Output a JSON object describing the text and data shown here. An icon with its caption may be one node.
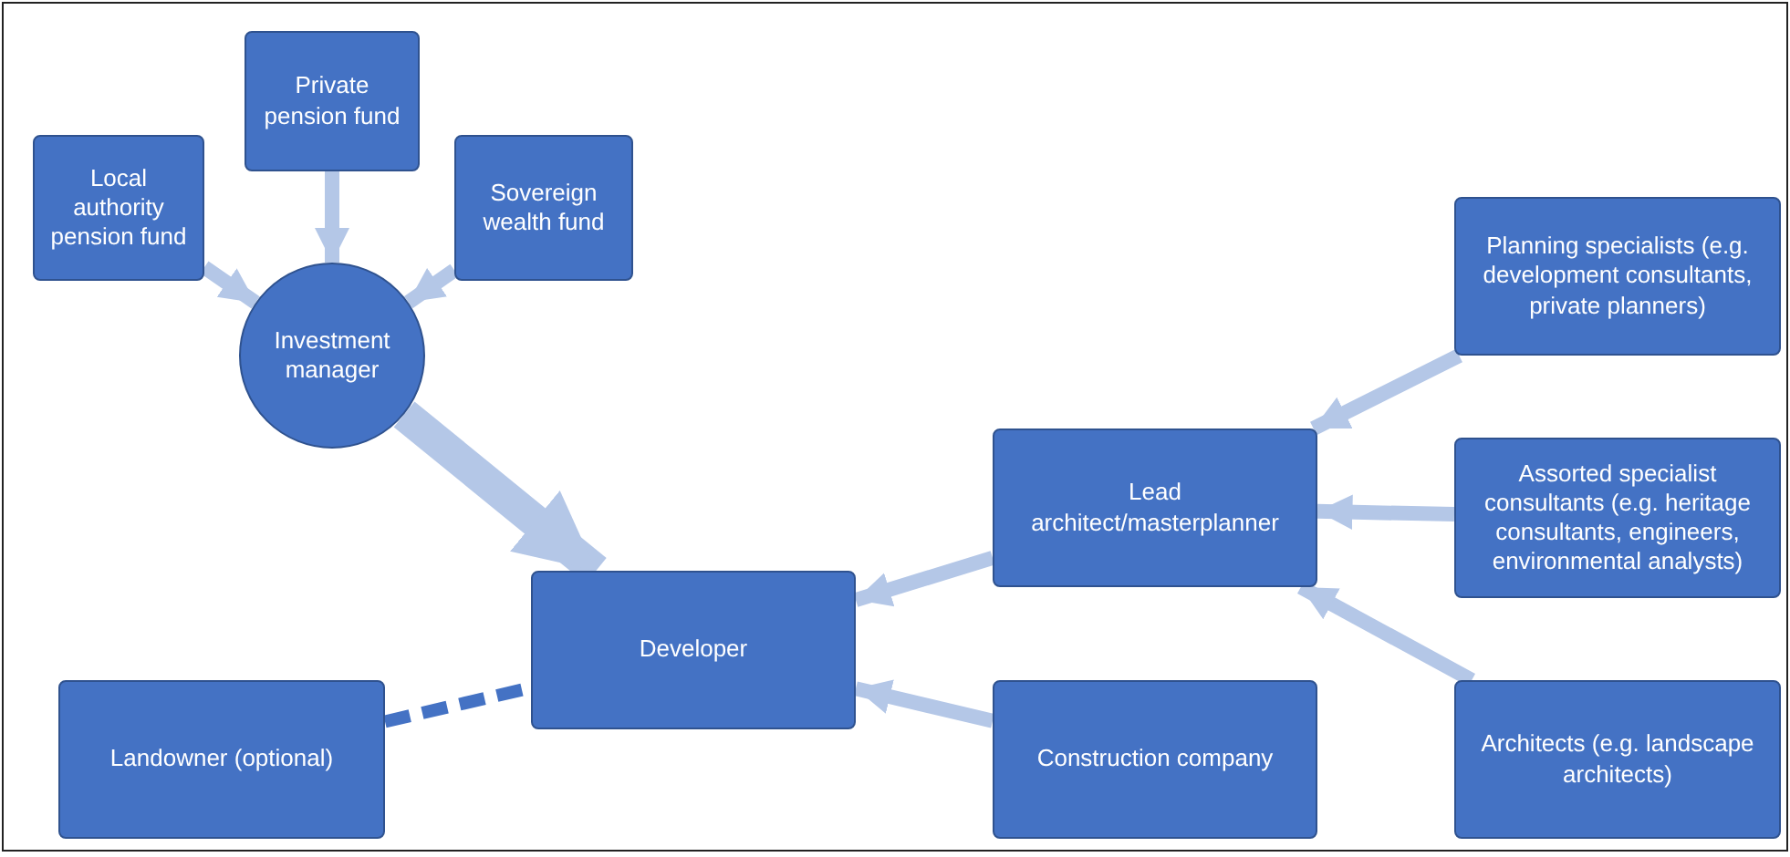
{
  "diagram": {
    "nodes": [
      {
        "text": [
          "Private pension fund"
        ]
      },
      {
        "text": [
          "Local authority pension fund"
        ]
      },
      {
        "text": [
          "Sovereign wealth fund"
        ]
      },
      {
        "text": [
          "Investment manager"
        ]
      },
      {
        "text": [
          "Planning specialists (e.g. development consultants, private planners)"
        ]
      },
      {
        "text": [
          "Lead architect/masterplanner"
        ]
      },
      {
        "text": [
          "Assorted specialist consultants (e.g. heritage consultants, engineers, environmental analysts)"
        ]
      },
      {
        "text": [
          "Developer"
        ]
      },
      {
        "text": [
          "Landowner (optional)"
        ]
      },
      {
        "text": [
          "Construction company"
        ]
      },
      {
        "text": [
          "Architects (e.g. landscape architects)"
        ]
      }
    ],
    "edges": [
      {
        "from": 0,
        "to": 3,
        "arrow": "to"
      },
      {
        "from": 1,
        "to": 3,
        "arrow": "to"
      },
      {
        "from": 2,
        "to": 3,
        "arrow": "to"
      },
      {
        "from": 3,
        "to": 7,
        "arrow": "to",
        "style": "thick"
      },
      {
        "from": 5,
        "to": 7,
        "arrow": "to"
      },
      {
        "from": 9,
        "to": 7,
        "arrow": "to"
      },
      {
        "from": 4,
        "to": 5,
        "arrow": "to"
      },
      {
        "from": 6,
        "to": 5,
        "arrow": "to"
      },
      {
        "from": 10,
        "to": 5,
        "arrow": "to"
      },
      {
        "from": 8,
        "to": 7,
        "arrow": "none",
        "style": "dashed",
        "color": "#4472c4"
      }
    ]
  }
}
